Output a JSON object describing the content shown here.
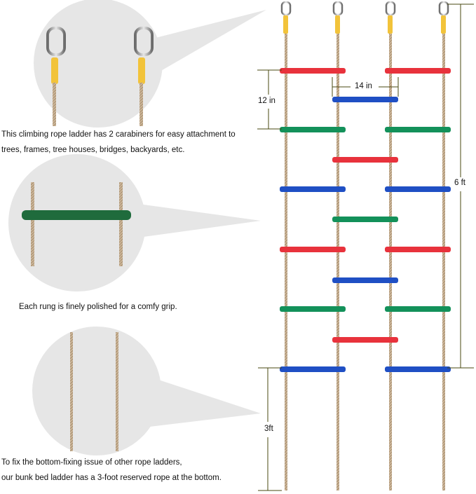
{
  "callouts": [
    {
      "caption_lines": [
        "This climbing rope ladder has 2 carabiners for easy attachment to",
        "trees, frames, tree houses, bridges, backyards, etc."
      ]
    },
    {
      "caption_lines": [
        "Each rung is finely polished for a comfy grip."
      ]
    },
    {
      "caption_lines": [
        "To fix the bottom-fixing issue of other rope ladders,",
        "our bunk bed ladder has a 3-foot reserved rope at the bottom."
      ]
    }
  ],
  "dimensions": {
    "rung_spacing": "12 in",
    "rung_width": "14 in",
    "ladder_height": "6 ft",
    "reserved_rope": "3ft"
  },
  "colors": {
    "red": "#e8323c",
    "blue": "#1f4fc4",
    "green": "#13915a",
    "dark_green": "#1f6b3c",
    "rope": "#c9b394",
    "yellow": "#f2c33a",
    "bubble": "#e6e6e6"
  },
  "icons": [
    "carabiner-icon"
  ]
}
